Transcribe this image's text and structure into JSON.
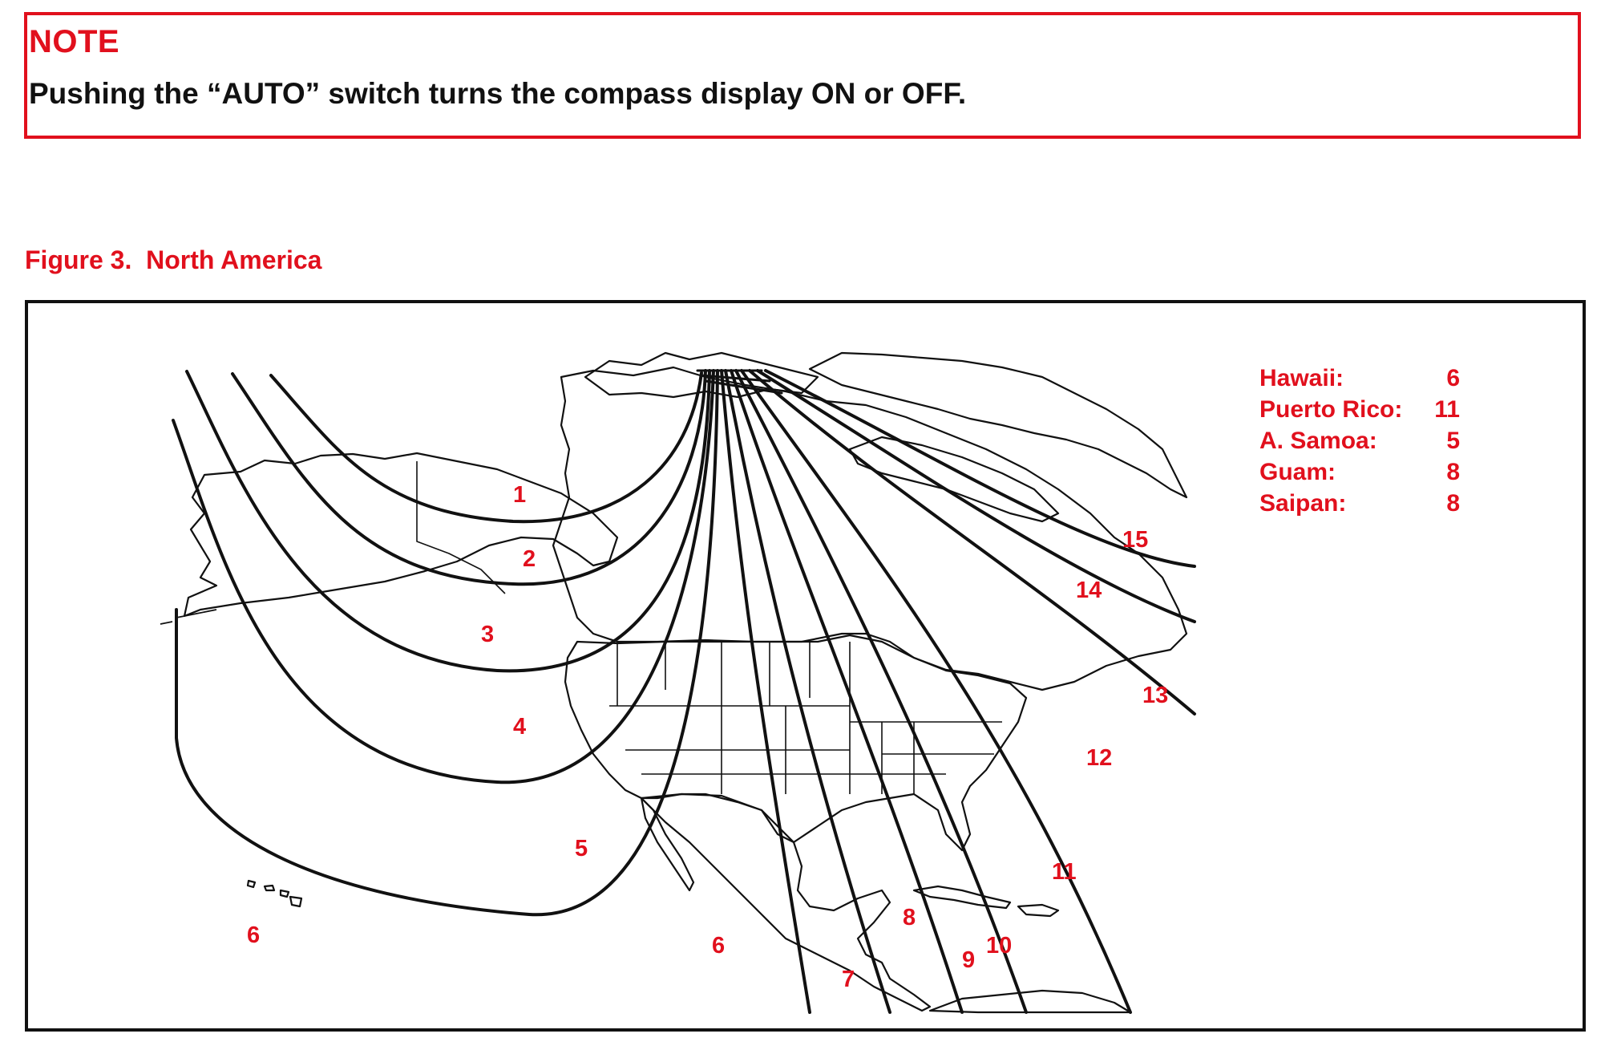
{
  "note": {
    "title": "NOTE",
    "text": "Pushing the “AUTO” switch turns the compass display ON or OFF."
  },
  "figure": {
    "caption": "Figure 3.  North America"
  },
  "colors": {
    "accent_red": "#e1101d",
    "line_black": "#111111"
  },
  "map": {
    "zone_labels": [
      "1",
      "2",
      "3",
      "4",
      "5",
      "6",
      "6",
      "7",
      "8",
      "9",
      "10",
      "11",
      "12",
      "13",
      "14",
      "15"
    ]
  },
  "legend": [
    {
      "name": "Hawaii:",
      "value": "6"
    },
    {
      "name": "Puerto Rico:",
      "value": "11"
    },
    {
      "name": "A. Samoa:",
      "value": "5"
    },
    {
      "name": "Guam:",
      "value": "8"
    },
    {
      "name": "Saipan:",
      "value": "8"
    }
  ]
}
